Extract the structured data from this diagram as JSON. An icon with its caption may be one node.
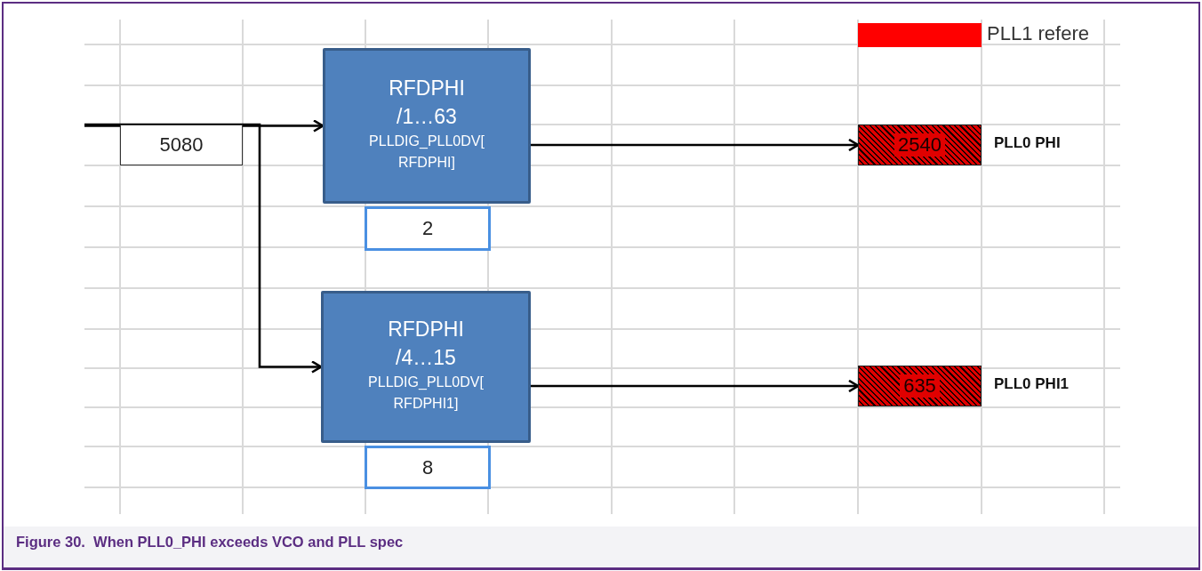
{
  "diagram": {
    "caption": "Figure 30.  When PLL0_PHI exceeds VCO and PLL spec",
    "nodes": [
      {
        "text": [
          "5080"
        ]
      },
      {
        "text": [
          "RFDPHI /1…63",
          "PLLDIG_PLL0DV[ RFDPHI]"
        ]
      },
      {
        "text": [
          "2"
        ]
      },
      {
        "text": [
          "RFDPHI /4…15",
          "PLLDIG_PLL0DV[ RFDPHI1]"
        ]
      },
      {
        "text": [
          "8"
        ]
      },
      {
        "text": [
          "2540"
        ],
        "beside": [
          "PLL0 PHI"
        ]
      },
      {
        "text": [
          "635"
        ],
        "beside": [
          "PLL0 PHI1"
        ]
      }
    ],
    "edges": [
      {
        "from": null,
        "to": 1,
        "arrow": "to"
      },
      {
        "from": null,
        "to": 3,
        "arrow": "to"
      },
      {
        "from": 1,
        "to": 5,
        "arrow": "to"
      },
      {
        "from": 3,
        "to": 6,
        "arrow": "to"
      }
    ],
    "legend": [
      {
        "text": "PLL1 refere",
        "color": "#ff0000"
      }
    ]
  }
}
